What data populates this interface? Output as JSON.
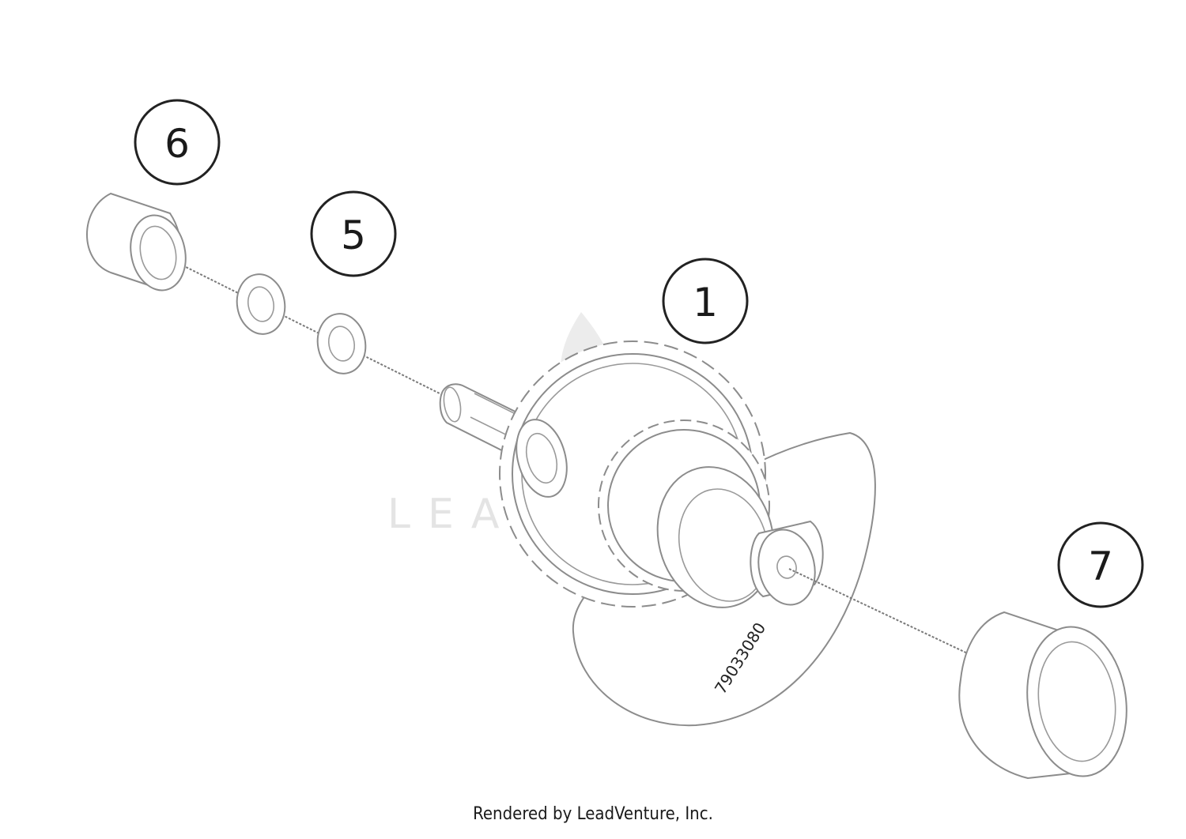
{
  "callouts": [
    {
      "id": "1",
      "label": "1"
    },
    {
      "id": "5",
      "label": "5"
    },
    {
      "id": "6",
      "label": "6"
    },
    {
      "id": "7",
      "label": "7"
    }
  ],
  "gear_marking": "79033080",
  "watermark": "LEADVENTURE",
  "credit": "Rendered by LeadVenture, Inc."
}
